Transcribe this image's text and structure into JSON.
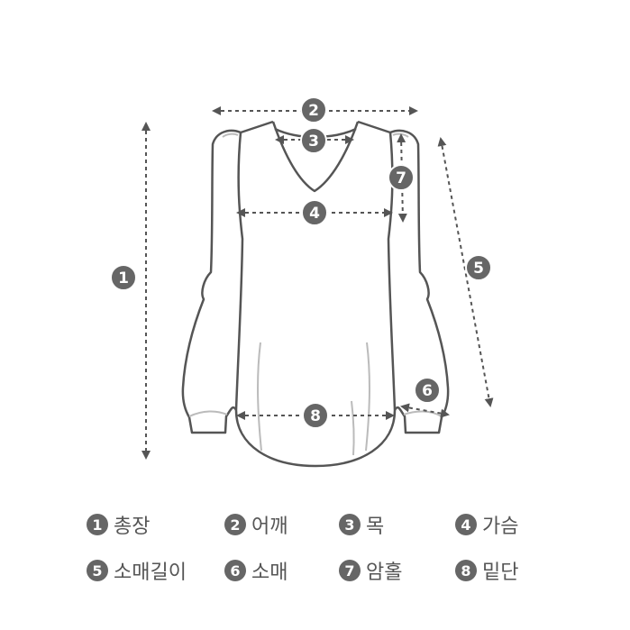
{
  "colors": {
    "outline": "#555555",
    "inner": "#bbbbbb",
    "marker": "#666666"
  },
  "markers": [
    "1",
    "2",
    "3",
    "4",
    "5",
    "6",
    "7",
    "8"
  ],
  "legend": [
    {
      "num": "1",
      "label": "총장"
    },
    {
      "num": "2",
      "label": "어깨"
    },
    {
      "num": "3",
      "label": "목"
    },
    {
      "num": "4",
      "label": "가슴"
    },
    {
      "num": "5",
      "label": "소매길이"
    },
    {
      "num": "6",
      "label": "소매"
    },
    {
      "num": "7",
      "label": "암홀"
    },
    {
      "num": "8",
      "label": "밑단"
    }
  ]
}
